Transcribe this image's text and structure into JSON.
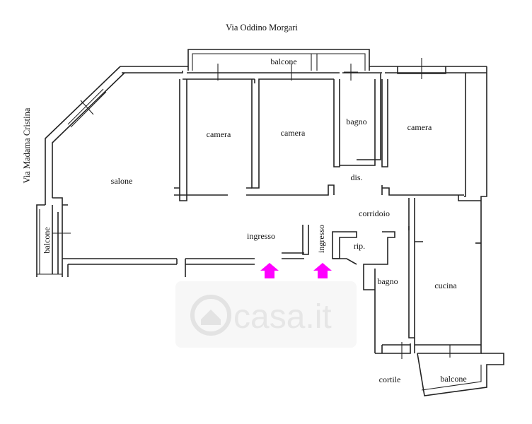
{
  "streets": {
    "top": "Via Oddino Morgari",
    "left": "Via Madama Cristina"
  },
  "rooms": {
    "balcone_top": "balcone",
    "camera_1": "camera",
    "camera_2": "camera",
    "bagno_top": "bagno",
    "camera_3": "camera",
    "salone": "salone",
    "dis": "dis.",
    "corridoio": "corridoio",
    "ingresso_main": "ingresso",
    "ingresso_side": "ingresso",
    "balcone_left": "balcone",
    "rip": "rip.",
    "bagno_bottom": "bagno",
    "cucina": "cucina",
    "cortile": "cortile",
    "balcone_bottom": "balcone"
  },
  "watermark": "casa.it",
  "colors": {
    "entrance_arrow": "#ff00ff",
    "walls": "#222222",
    "watermark": "#e6e6e6"
  },
  "icons": {
    "entrance": "house-arrow-icon",
    "watermark_logo": "house-logo-icon"
  }
}
